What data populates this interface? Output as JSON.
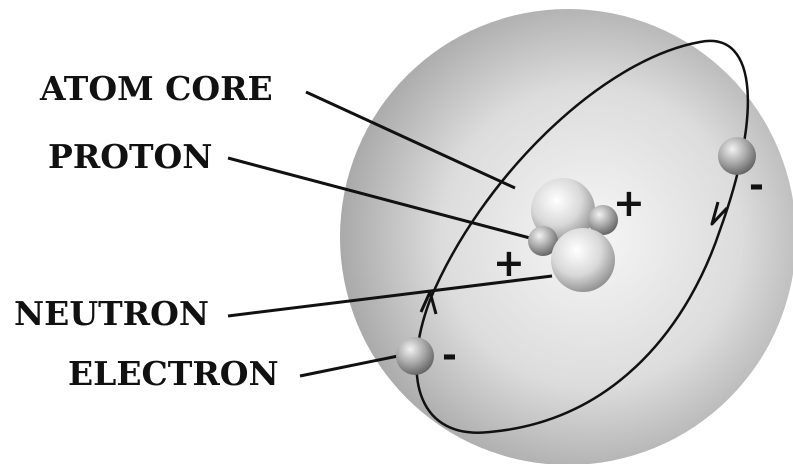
{
  "labels": {
    "atom_core": "ATOM CORE",
    "proton": "PROTON",
    "neutron": "NEUTRON",
    "electron": "ELECTRON"
  },
  "charges": {
    "proton_sign": "+",
    "electron_sign": "-"
  },
  "colors": {
    "atom_shell_light": "#f2f2f2",
    "atom_shell_dark": "#a8a8a8",
    "particle_light": "#ffffff",
    "particle_dark": "#6e6e6e",
    "ink": "#111111"
  }
}
